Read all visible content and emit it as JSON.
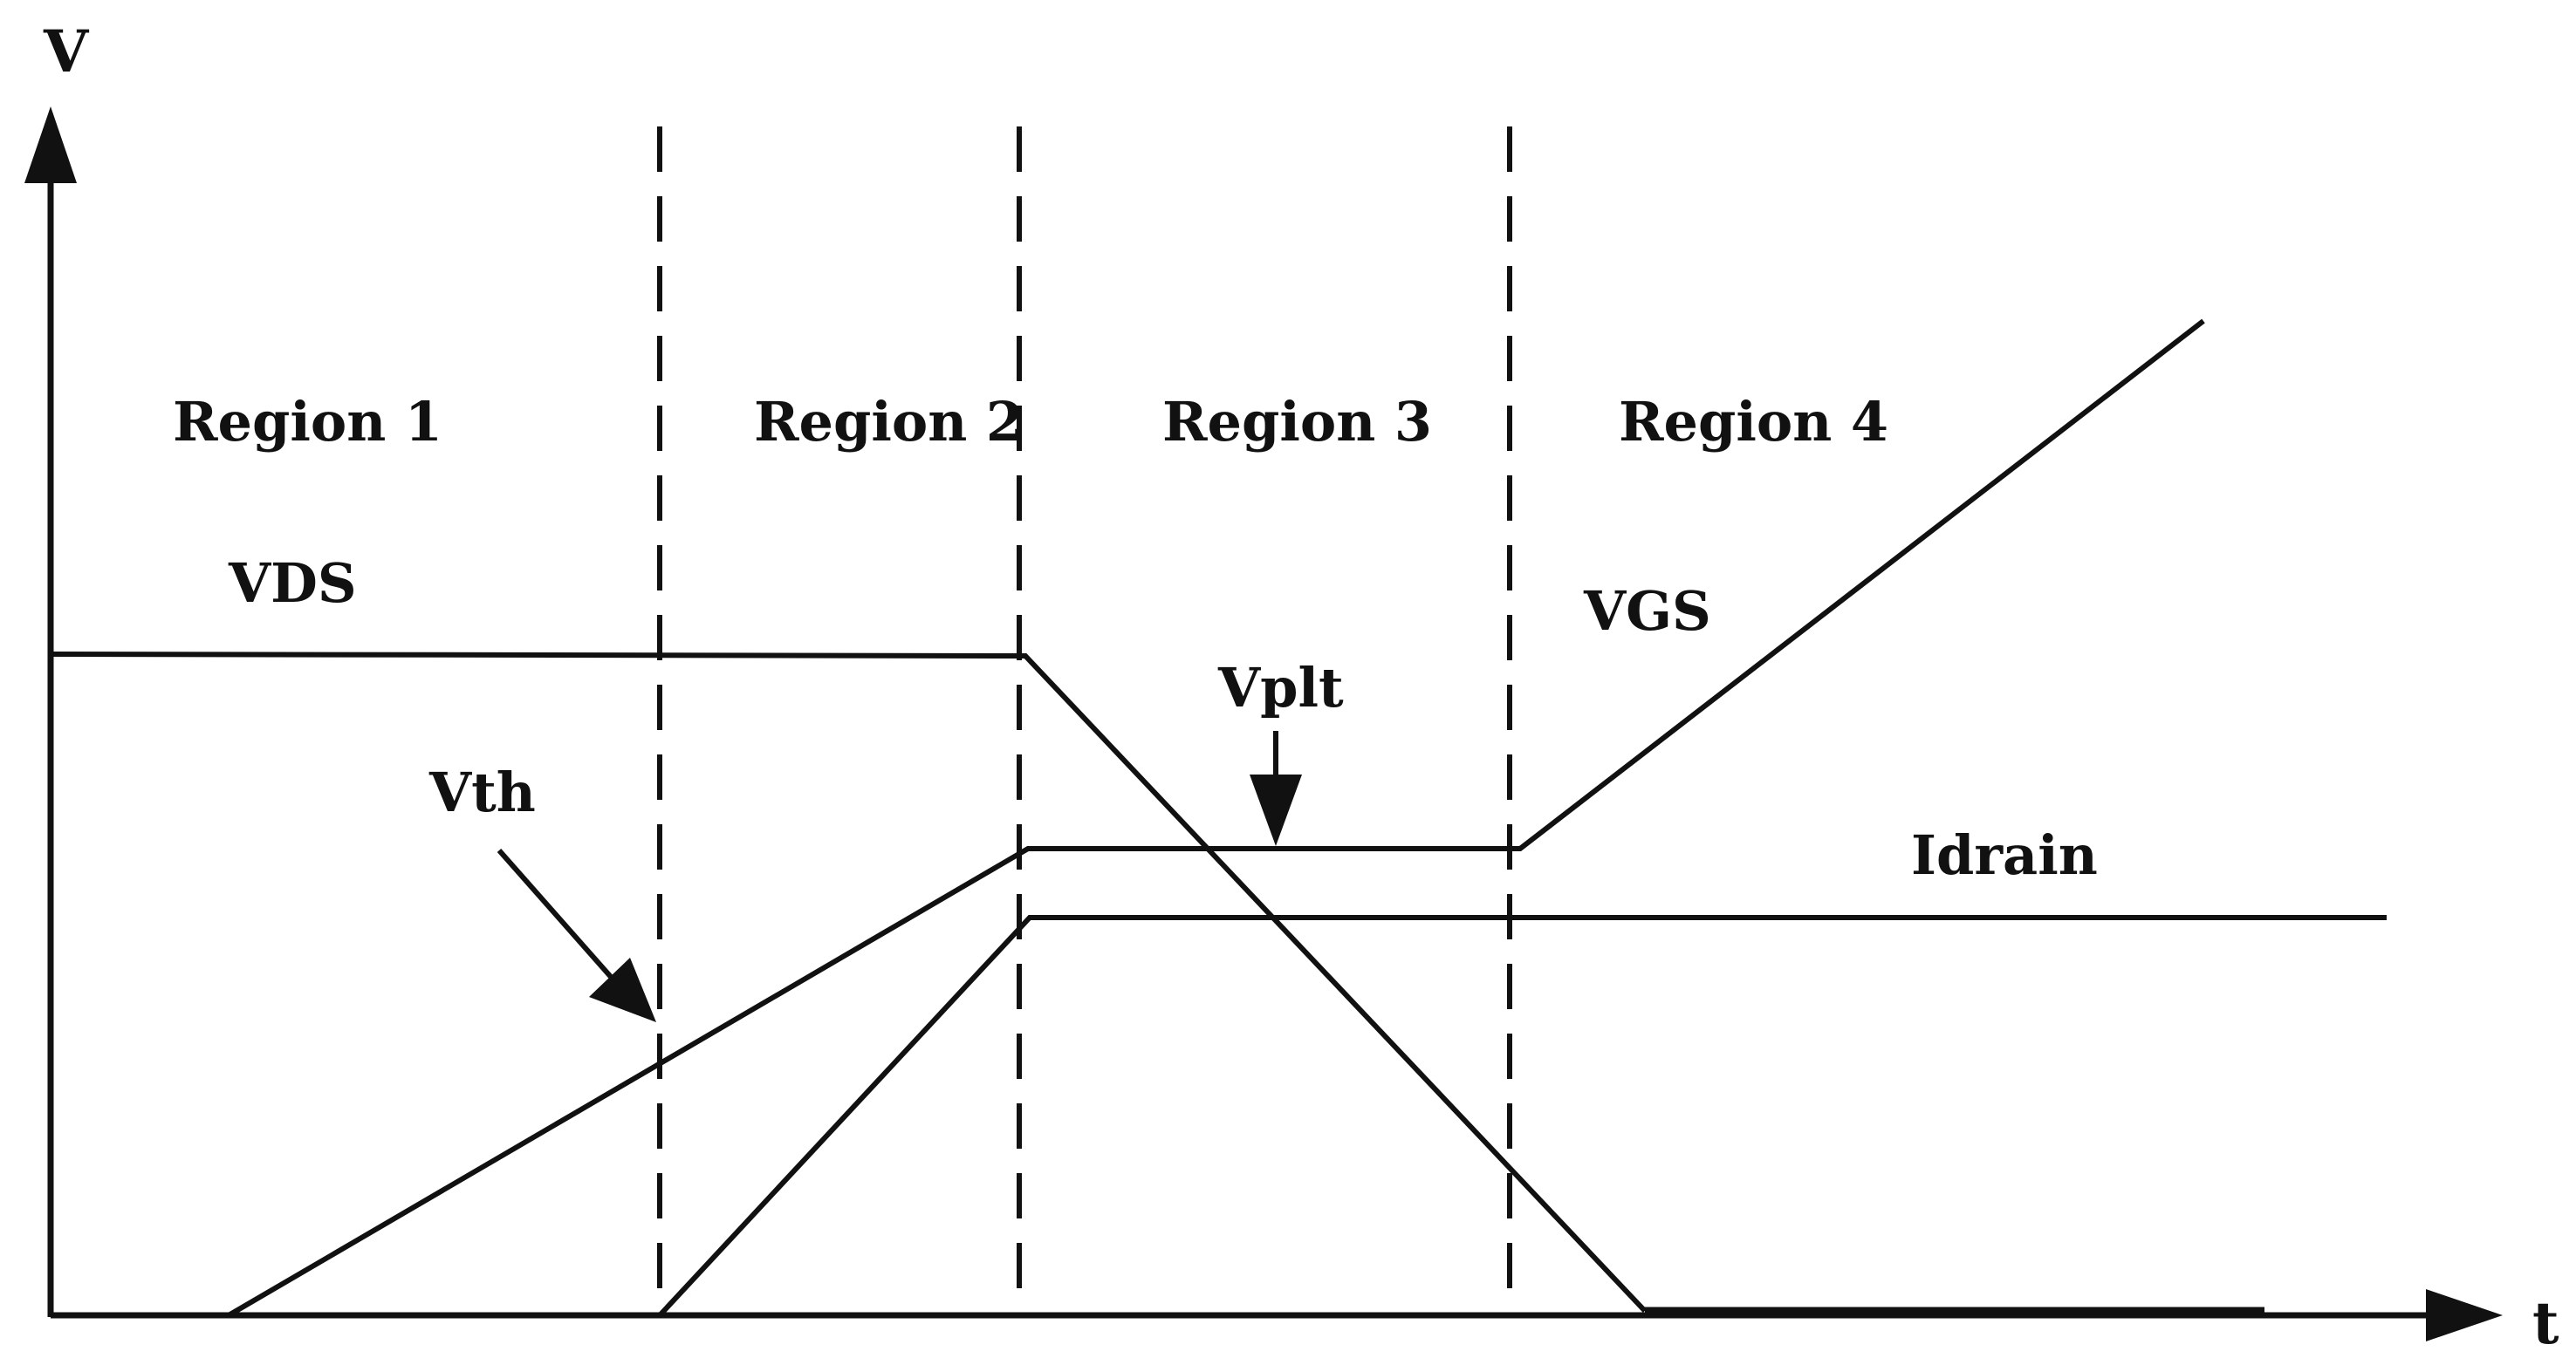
{
  "axes": {
    "y_label": "V",
    "x_label": "t"
  },
  "regions": [
    {
      "label": "Region 1"
    },
    {
      "label": "Region 2"
    },
    {
      "label": "Region 3"
    },
    {
      "label": "Region 4"
    }
  ],
  "curves": {
    "vds": {
      "label": "VDS"
    },
    "vgs": {
      "label": "VGS"
    },
    "idrain": {
      "label": "Idrain"
    }
  },
  "annotations": {
    "vth": {
      "label": "Vth"
    },
    "vplt": {
      "label": "Vplt"
    }
  },
  "colors": {
    "ink": "#111111",
    "background": "#ffffff"
  }
}
